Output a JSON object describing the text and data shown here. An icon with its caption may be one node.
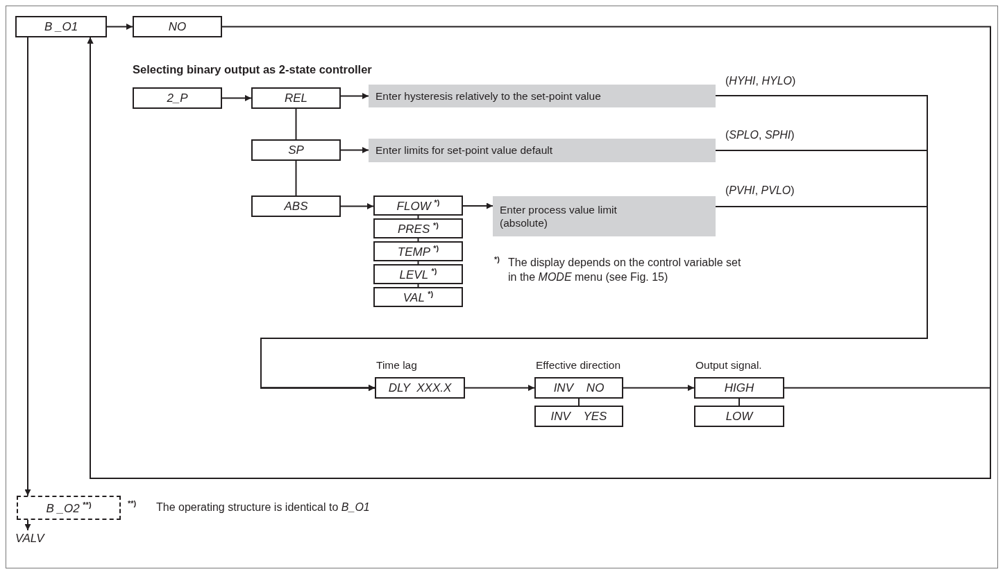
{
  "diagram": {
    "nodes": [
      {
        "text": [
          "B _O1"
        ]
      },
      {
        "text": [
          "NO"
        ]
      },
      {
        "text": [
          "2_P"
        ]
      },
      {
        "text": [
          "REL"
        ]
      },
      {
        "text": [
          "Enter hysteresis relatively to the set-point value"
        ]
      },
      {
        "text": [
          "SP"
        ]
      },
      {
        "text": [
          "Enter limits for set-point value default"
        ]
      },
      {
        "text": [
          "ABS"
        ]
      },
      {
        "text": [
          "FLOW $^{*)}$"
        ]
      },
      {
        "text": [
          "Enter process value limit (absolute)"
        ]
      },
      {
        "text": [
          "PRES $^{*)}$"
        ]
      },
      {
        "text": [
          "TEMP $^{*)}$"
        ]
      },
      {
        "text": [
          "LEVL $^{*)}$"
        ]
      },
      {
        "text": [
          "VAL $^{*)}$"
        ]
      },
      {
        "text": [
          "DLY  XXX.X"
        ],
        "beside": [
          "Time lag"
        ]
      },
      {
        "text": [
          "INV    NO"
        ],
        "beside": [
          "Effective direction"
        ]
      },
      {
        "text": [
          "INV    YES"
        ]
      },
      {
        "text": [
          "HIGH"
        ],
        "beside": [
          "Output signal."
        ]
      },
      {
        "text": [
          "LOW"
        ]
      },
      {
        "text": [
          "B _O2 $^{**)}$"
        ]
      },
      {
        "text": [
          "VALV"
        ]
      }
    ],
    "edges": [
      {
        "from": 0,
        "to": 1,
        "arrow": "to"
      },
      {
        "from": 1,
        "to": 0,
        "arrow": "to"
      },
      {
        "from": 17,
        "to": 0,
        "arrow": "to"
      },
      {
        "from": 0,
        "to": 19,
        "arrow": "to"
      },
      {
        "from": 19,
        "to": 20,
        "arrow": "to"
      },
      {
        "from": 2,
        "to": 3,
        "arrow": "to"
      },
      {
        "from": 3,
        "to": 4,
        "arrow": "to"
      },
      {
        "from": 3,
        "to": 5,
        "arrow": "none"
      },
      {
        "from": 5,
        "to": 6,
        "arrow": "to"
      },
      {
        "from": 5,
        "to": 7,
        "arrow": "none"
      },
      {
        "from": 7,
        "to": 8,
        "arrow": "to"
      },
      {
        "from": 8,
        "to": 9,
        "arrow": "to"
      },
      {
        "from": 8,
        "to": 10,
        "arrow": "none"
      },
      {
        "from": 10,
        "to": 11,
        "arrow": "none"
      },
      {
        "from": 11,
        "to": 12,
        "arrow": "none"
      },
      {
        "from": 12,
        "to": 13,
        "arrow": "none"
      },
      {
        "from": 4,
        "to": 14,
        "arrow": "to",
        "label": "(*HYHI*, *HYLO*)"
      },
      {
        "from": 6,
        "to": 14,
        "arrow": "to",
        "label": "(*SPLO*, *SPHI*)"
      },
      {
        "from": 9,
        "to": 14,
        "arrow": "to",
        "label": "(*PVHI*, *PVLO*)"
      },
      {
        "from": 14,
        "to": 15,
        "arrow": "to"
      },
      {
        "from": 15,
        "to": 16,
        "arrow": "none"
      },
      {
        "from": 15,
        "to": 17,
        "arrow": "to"
      },
      {
        "from": 17,
        "to": 18,
        "arrow": "none"
      }
    ],
    "labels": [
      "Selecting binary output as 2-state controller",
      "*)",
      "The display depends on the control variable set in the *MODE* menu (see Fig. 15)",
      "**)",
      "The operating structure is identical to *B_O1*"
    ]
  }
}
